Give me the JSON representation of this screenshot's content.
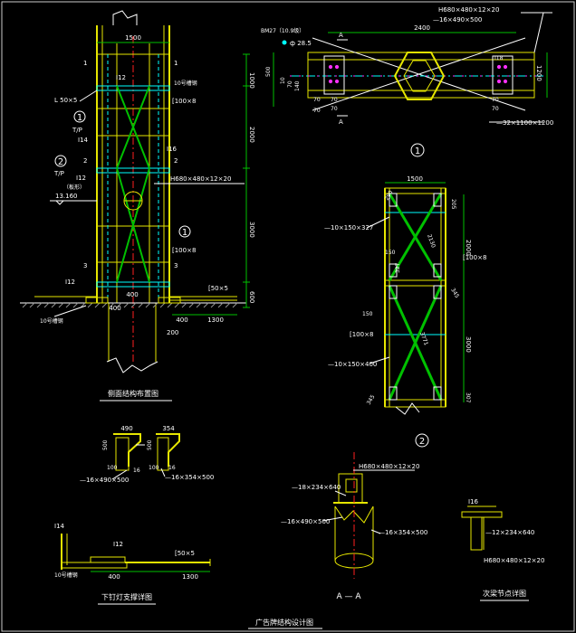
{
  "colors": {
    "background": "#000000",
    "steel": "#e6e600",
    "brace": "#00c000",
    "dim": "#00c000",
    "text": "#ffffff",
    "centerline": "#ff2020",
    "cyan": "#00ffff",
    "blue": "#2080ff",
    "magenta": "#ff30ff",
    "hatch": "#909090"
  },
  "drawing_title": "广告牌结构设计图",
  "side_view": {
    "caption": "侧面结构布置图",
    "width_dim": "1500",
    "height_dims": [
      "1000",
      "2000",
      "3000",
      "600"
    ],
    "labels": {
      "l50": "L 50×5",
      "i12_top": "I12",
      "ch10": "10号槽钢",
      "pl100_top": "[100×8",
      "detail1_bubble": "1",
      "detail1_tag": "T/P",
      "i14": "I14",
      "i16": "I16",
      "detail2_bubble": "2",
      "detail2_tag": "T/P",
      "i12_mid": "I12",
      "ban_xing": "（板形）",
      "elevation": "13.160",
      "h680": "H680×480×12×20",
      "bubble1_right": "1",
      "pl100_bot": "[100×8",
      "i12_bot": "I12",
      "ch10_bot": "10号槽钢",
      "dim_400a": "400",
      "dim_400b": "400",
      "dim_400c": "400",
      "dim_1300": "1300",
      "dim_200": "200",
      "l50_bot": "[50×5"
    },
    "section_marks": [
      "1",
      "1",
      "2",
      "2",
      "3",
      "3"
    ]
  },
  "plan_view": {
    "h680": "H680×480×12×20",
    "bm27": "BM27（10.9级）",
    "bolt": "ф 28.5",
    "dim_2400": "2400",
    "plate_top": "—16×490×500",
    "side_dims": [
      "500",
      "10",
      "70",
      "140",
      "70",
      "70"
    ],
    "bottom_dims": [
      "70",
      "70",
      "70",
      "70"
    ],
    "i18": "I18",
    "dim_1200": "1200",
    "plate_bottom": "—32×1100×1200",
    "section_A": "A",
    "bubble": "1"
  },
  "elevation_view": {
    "width_dim": "1500",
    "plate_327": "—10×150×327",
    "dims_top": [
      "290",
      "205"
    ],
    "dim_2130": "2130",
    "dim_150a": "150",
    "dim_327": "327",
    "dim_2000": "2000",
    "ch100_right": "[100×8",
    "dim_150b": "150",
    "dim_345": "345",
    "ch100_left": "[100×8",
    "dim_3771": "3771",
    "dim_3000": "3000",
    "plate_400": "—10×150×400",
    "dim_307": "307",
    "dim_345b": "345",
    "bubble": "2"
  },
  "bracket_details": {
    "d490": "490",
    "d354": "354",
    "d500": "500",
    "d100": "100",
    "d16": "16",
    "plate_490": "—16×490×500",
    "plate_354": "—16×354×500"
  },
  "bottom_detail": {
    "caption": "下钉灯支撑详图",
    "i14": "I14",
    "i12": "I12",
    "ch10": "10号槽钢",
    "l50": "[50×5",
    "dim_400": "400",
    "dim_1300": "1300"
  },
  "section_aa": {
    "caption": "A — A",
    "h680": "H680×480×12×20",
    "plate_18": "—18×234×640",
    "plate_16": "—16×490×500",
    "plate_16b": "—16×354×500"
  },
  "splice_detail": {
    "caption": "次梁节点详图",
    "i16": "I16",
    "plate_12": "—12×234×640",
    "h680": "H680×480×12×20"
  }
}
